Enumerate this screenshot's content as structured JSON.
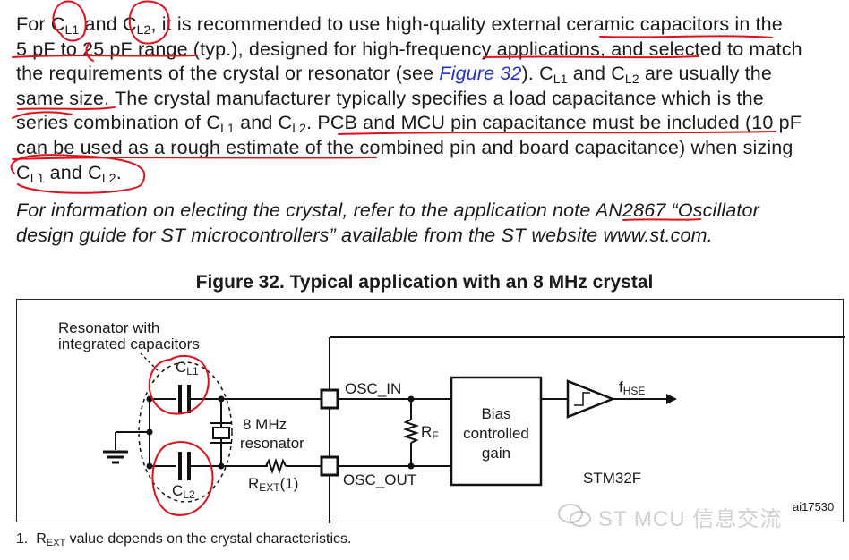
{
  "paragraph1": {
    "l1": {
      "a": "For C",
      "b": "L1",
      "c": " and C",
      "d": "L2",
      "e": ", it is recommended to use high-quality external ceramic capacitors in the"
    },
    "l2": "5 pF to 25 pF range (typ.), designed for high-frequency applications, and selected to match",
    "l3": {
      "a": "the requirements of the crystal or resonator (see ",
      "link": "Figure 32",
      "b": "). C",
      "c": "L1",
      "d": " and C",
      "e": "L2",
      "f": " are usually the"
    },
    "l4": "same size. The crystal manufacturer typically specifies a load capacitance which is the",
    "l5": {
      "a": "series combination of C",
      "b": "L1",
      "c": " and C",
      "d": "L2",
      "e": ". PCB and MCU pin capacitance must be included (10 pF"
    },
    "l6": "can be used as a rough estimate of the combined pin and board capacitance) when sizing",
    "l7": {
      "a": "C",
      "b": "L1",
      "c": " and C",
      "d": "L2",
      "e": "."
    }
  },
  "paragraph2": {
    "l1": "For information on electing the crystal, refer to the application note AN2867 “Oscillator",
    "l2": "design guide for ST microcontrollers” available from the ST website www.st.com."
  },
  "figure": {
    "title": "Figure 32. Typical application with an 8 MHz crystal",
    "resonator_line1": "Resonator with",
    "resonator_line2": "integrated capacitors",
    "cl1": {
      "a": "C",
      "b": "L1"
    },
    "cl2": {
      "a": "C",
      "b": "L2"
    },
    "crystal_line1": "8 MHz",
    "crystal_line2": "resonator",
    "rext": {
      "a": "R",
      "b": "EXT",
      "c": "(1)"
    },
    "osc_in": "OSC_IN",
    "osc_out": "OSC_OUT",
    "rf": {
      "a": "R",
      "b": "F"
    },
    "bias_line1": "Bias",
    "bias_line2": "controlled",
    "bias_line3": "gain",
    "fhse": {
      "a": "f",
      "b": "HSE"
    },
    "chip": "STM32F",
    "code": "ai17530"
  },
  "footnote": {
    "num": "1.",
    "a": "R",
    "b": "EXT",
    "c": " value depends on the crystal characteristics."
  },
  "watermark": "ST MCU 信息交流",
  "colors": {
    "annotation": "#e0101a",
    "link": "#2233cc"
  }
}
